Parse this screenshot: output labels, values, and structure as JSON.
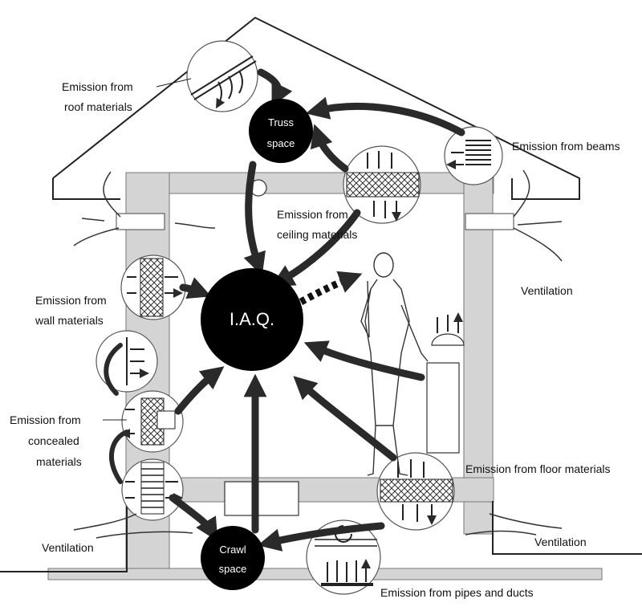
{
  "nodes": {
    "iaq": "I.A.Q.",
    "truss_line1": "Truss",
    "truss_line2": "space",
    "crawl_line1": "Crawl",
    "crawl_line2": "space"
  },
  "labels": {
    "roof_line1": "Emission from",
    "roof_line2": "roof materials",
    "beams": "Emission from beams",
    "ceiling_line1": "Emission from",
    "ceiling_line2": "ceiling materials",
    "ventilation_right_upper": "Ventilation",
    "wall_line1": "Emission from",
    "wall_line2": "wall materials",
    "concealed_line1": "Emission from",
    "concealed_line2": "concealed",
    "concealed_line3": "materials",
    "floor": "Emission from floor materials",
    "ventilation_left_lower": "Ventilation",
    "ventilation_right_lower": "Ventilation",
    "pipes": "Emission from pipes and ducts"
  },
  "colors": {
    "wall": "#d4d4d4",
    "node": "#000000",
    "line": "#222222",
    "arrow": "#2a2a2a"
  }
}
